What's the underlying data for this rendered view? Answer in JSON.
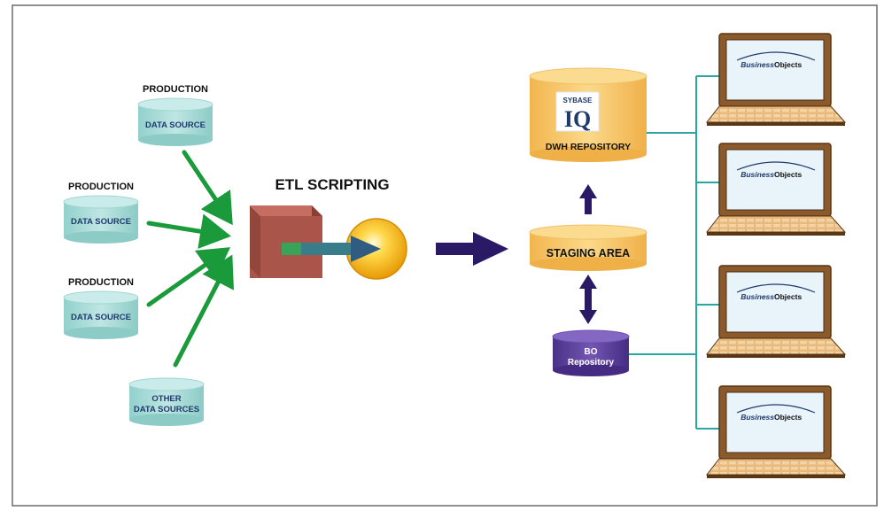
{
  "sources": [
    {
      "heading": "PRODUCTION",
      "label": "DATA SOURCE"
    },
    {
      "heading": "PRODUCTION",
      "label": "DATA SOURCE"
    },
    {
      "heading": "PRODUCTION",
      "label": "DATA SOURCE"
    },
    {
      "heading": "",
      "label_line1": "OTHER",
      "label_line2": "DATA SOURCES"
    }
  ],
  "etl": {
    "title": "ETL SCRIPTING"
  },
  "dwh": {
    "logo_top": "SYBASE",
    "logo_main": "IQ",
    "label": "DWH REPOSITORY"
  },
  "staging": {
    "label": "STAGING AREA"
  },
  "bo_repo": {
    "line1": "BO",
    "line2": "Repository"
  },
  "clients": [
    {
      "brand_a": "Business",
      "brand_b": "Objects"
    },
    {
      "brand_a": "Business",
      "brand_b": "Objects"
    },
    {
      "brand_a": "Business",
      "brand_b": "Objects"
    },
    {
      "brand_a": "Business",
      "brand_b": "Objects"
    }
  ],
  "colors": {
    "cylinder_teal": "#a8dcd8",
    "cylinder_teal_top": "#c9ecea",
    "cylinder_orange": "#f7c76a",
    "cylinder_orange_top": "#fbdb8f",
    "cylinder_purple": "#5b3f9a",
    "arrow_green": "#1a9a3a",
    "arrow_navy": "#2a1a66",
    "line_teal": "#2aa7a3",
    "etl_cube": "#a9554a",
    "etl_sphere": "#f5b60f",
    "label_blue": "#1f3a6d"
  }
}
